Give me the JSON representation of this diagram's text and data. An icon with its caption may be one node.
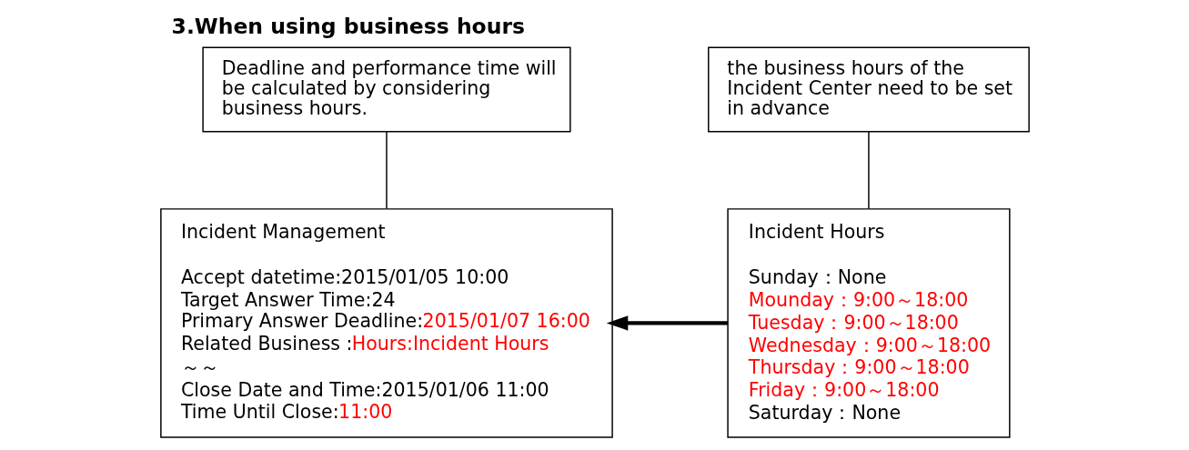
{
  "diagram": {
    "title": "3.When using business hours",
    "nodes": [
      {
        "text": [
          "Deadline and performance time will be calculated by considering business hours."
        ]
      },
      {
        "text": [
          "the business hours of the Incident Center need to be set in advance"
        ]
      },
      {
        "text": [
          "Incident Management",
          "Accept datetime:2015/01/05 10:00",
          "Target Answer Time:24",
          "Primary Answer Deadline:2015/01/07 16:00",
          "Related Business :Hours:Incident Hours",
          "～～",
          "Close Date and Time:2015/01/06 11:00",
          "Time Until Close:11:00"
        ]
      },
      {
        "text": [
          "Incident Hours",
          "Sunday：None",
          "Mounday：9:00～18:00",
          "Tuesday：9:00～18:00",
          "Wednesday：9:00～18:00",
          "Thursday：9:00～18:00",
          "Friday：9:00～18:00",
          "Saturday：None"
        ]
      }
    ],
    "edges": [
      {
        "from": 0,
        "to": 2,
        "arrow": "none"
      },
      {
        "from": 1,
        "to": 3,
        "arrow": "none"
      },
      {
        "from": 3,
        "to": 2,
        "arrow": "to",
        "style": "thick"
      }
    ]
  }
}
